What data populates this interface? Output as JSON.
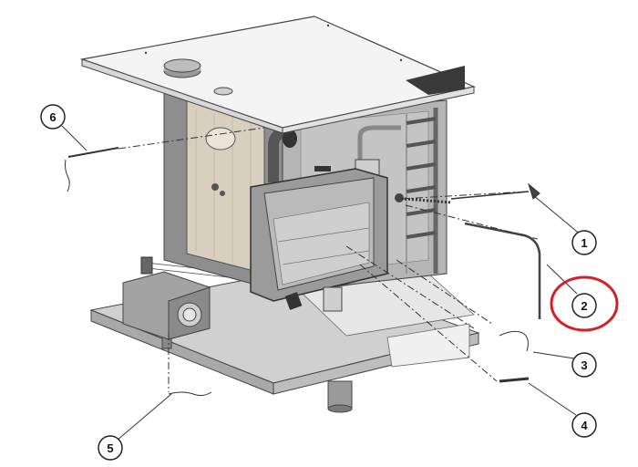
{
  "callouts": [
    {
      "id": "1",
      "label": "1"
    },
    {
      "id": "2",
      "label": "2"
    },
    {
      "id": "3",
      "label": "3"
    },
    {
      "id": "4",
      "label": "4"
    },
    {
      "id": "5",
      "label": "5"
    },
    {
      "id": "6",
      "label": "6"
    }
  ],
  "highlight": {
    "callout": "2",
    "color": "#d61f26"
  },
  "colors": {
    "top_panel": "#f4f4f4",
    "body_dark": "#8e8e8e",
    "body_mid": "#b5b5b5",
    "wood_panel": "#d9cfc0",
    "base": "#c8c8c8",
    "outline": "#444444"
  }
}
